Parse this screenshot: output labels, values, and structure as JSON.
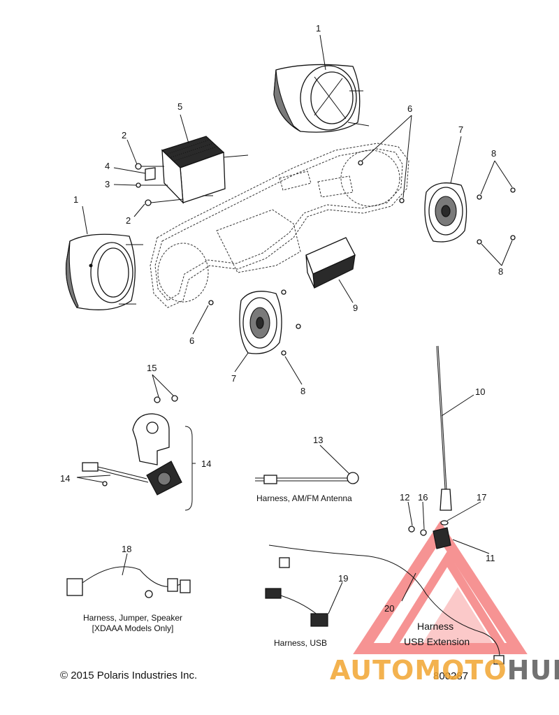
{
  "callouts": {
    "c1a": "1",
    "c1b": "1",
    "c2a": "2",
    "c2b": "2",
    "c3": "3",
    "c4": "4",
    "c5": "5",
    "c6a": "6",
    "c6b": "6",
    "c7a": "7",
    "c7b": "7",
    "c8a": "8",
    "c8b": "8",
    "c8c": "8",
    "c9": "9",
    "c10": "10",
    "c11": "11",
    "c12": "12",
    "c13": "13",
    "c14a": "14",
    "c14b": "14",
    "c15": "15",
    "c16": "16",
    "c17": "17",
    "c18": "18",
    "c19": "19",
    "c20": "20"
  },
  "captions": {
    "antenna_harness": "Harness, AM/FM Antenna",
    "jumper_line1": "Harness, Jumper, Speaker",
    "jumper_line2": "[XDAAA Models Only]",
    "usb_harness": "Harness, USB"
  },
  "footer": {
    "copyright": "© 2015 Polaris Industries Inc.",
    "part_number": "800287"
  },
  "watermark": {
    "harness_label": "Harness",
    "usb_label": "USB Extension",
    "brand_part1": "AUTOMOTO",
    "brand_part2": "HUB",
    "brand_color": "#f2a531",
    "brand_dark": "#5a5a5a",
    "triangle_color": "#ef3b3b"
  }
}
